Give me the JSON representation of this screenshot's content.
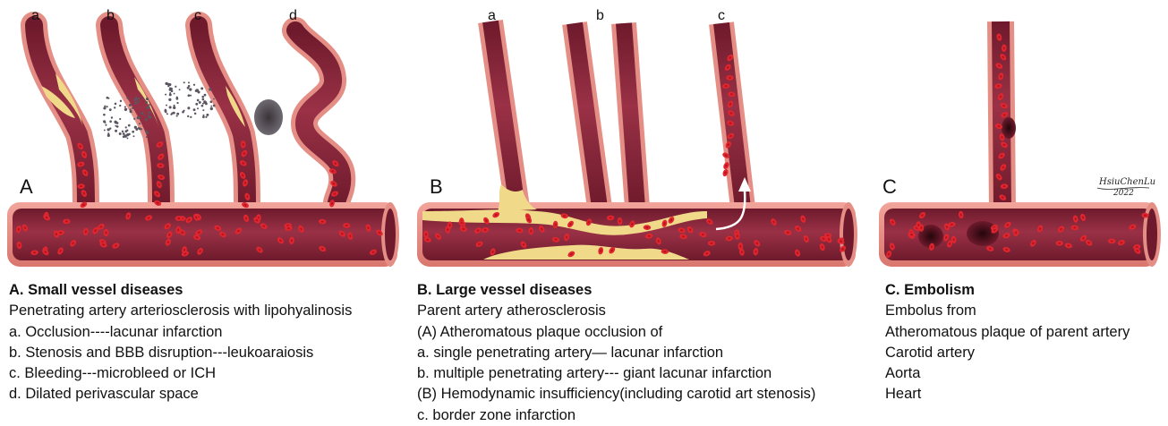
{
  "colors": {
    "wall": "#e58e86",
    "wall_dark": "#c96a63",
    "lumen": "#8e2a3c",
    "lumen_dark": "#6e1a2c",
    "rbc": "#e0262f",
    "rbc_center": "#b8131f",
    "plaque": "#f1d98a",
    "microbleed": "#5b5560",
    "thrombus": "#3c0c14"
  },
  "panels": {
    "A": {
      "letter": "A",
      "branch_labels": [
        "a",
        "b",
        "c",
        "d"
      ],
      "caption": {
        "title": "A. Small vessel diseases",
        "lines": [
          "Penetrating artery arteriosclerosis with lipohyalinosis",
          "a. Occlusion----lacunar infarction",
          "b. Stenosis and BBB disruption---leukoaraiosis",
          "c. Bleeding---microbleed or ICH",
          "d. Dilated perivascular space"
        ]
      }
    },
    "B": {
      "letter": "B",
      "branch_labels": [
        "a",
        "b",
        "c"
      ],
      "caption": {
        "title": "B. Large vessel diseases",
        "lines": [
          "Parent artery atherosclerosis",
          "(A) Atheromatous plaque occlusion of",
          "a. single penetrating artery— lacunar infarction",
          "b. multiple penetrating artery--- giant lacunar infarction",
          "(B) Hemodynamic insufficiency(including carotid art stenosis)",
          "c. border zone infarction"
        ]
      }
    },
    "C": {
      "letter": "C",
      "signature": "HsiuChenLu",
      "signature_year": "2022",
      "caption": {
        "title": "C. Embolism",
        "lines": [
          "Embolus from",
          "Atheromatous plaque of parent artery",
          "Carotid artery",
          "Aorta",
          "Heart"
        ]
      }
    }
  }
}
